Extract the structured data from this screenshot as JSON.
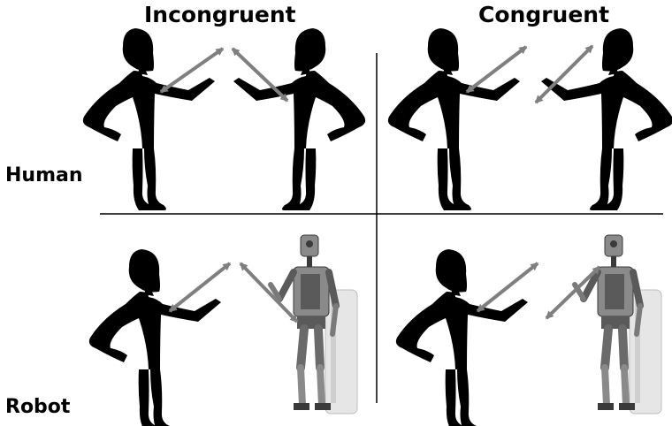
{
  "columns": {
    "incongruent": "Incongruent",
    "congruent": "Congruent"
  },
  "rows": {
    "human": "Human",
    "robot": "Robot"
  },
  "colors": {
    "figure": "#000000",
    "arrow": "#7f7f7f",
    "divider": "#000000",
    "robot_metal": "#8a8a8a",
    "robot_dark": "#3a3a3a",
    "robot_panel": "#e6e6e6"
  },
  "panels": [
    {
      "id": "human-incongruent",
      "partner": "human",
      "movement": "incongruent"
    },
    {
      "id": "human-congruent",
      "partner": "human",
      "movement": "congruent"
    },
    {
      "id": "robot-incongruent",
      "partner": "robot",
      "movement": "incongruent"
    },
    {
      "id": "robot-congruent",
      "partner": "robot",
      "movement": "congruent"
    }
  ]
}
